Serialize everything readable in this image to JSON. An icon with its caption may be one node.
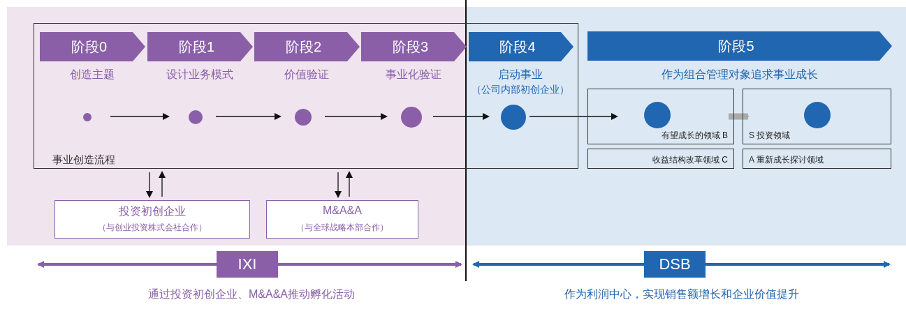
{
  "diagram": {
    "nodes": [
      {
        "text": [
          "事业创造流程"
        ]
      },
      {
        "text": [
          "阶段0"
        ],
        "beside": [
          "创造主题"
        ],
        "in": 0
      },
      {
        "text": [
          "阶段1"
        ],
        "beside": [
          "设计业务模式"
        ],
        "in": 0
      },
      {
        "text": [
          "阶段2"
        ],
        "beside": [
          "价值验证"
        ],
        "in": 0
      },
      {
        "text": [
          "阶段3"
        ],
        "beside": [
          "事业化验证"
        ],
        "in": 0
      },
      {
        "text": [
          "阶段4"
        ],
        "beside": [
          "启动事业",
          "（公司内部初创企业）"
        ],
        "in": 0
      },
      {
        "text": [],
        "shape": "circle",
        "in": 0
      },
      {
        "text": [],
        "shape": "circle",
        "in": 0
      },
      {
        "text": [],
        "shape": "circle",
        "in": 0
      },
      {
        "text": [],
        "shape": "circle",
        "in": 0
      },
      {
        "text": [],
        "shape": "circle",
        "in": 0
      },
      {
        "text": [
          "阶段5"
        ],
        "beside": [
          "作为组合管理对象追求事业成长"
        ]
      },
      {
        "text": [
          "有望成长的领域 B"
        ]
      },
      {
        "text": [],
        "shape": "circle",
        "in": 12
      },
      {
        "text": [
          "S 投资领域"
        ]
      },
      {
        "text": [],
        "shape": "circle",
        "in": 14
      },
      {
        "text": [
          "收益结构改革领域 C"
        ]
      },
      {
        "text": [
          "A 重新成长探讨领域"
        ]
      },
      {
        "text": [
          "投资初创企业",
          "（与创业投资株式会社合作）"
        ]
      },
      {
        "text": [
          "M&A&A",
          "（与全球战略本部合作）"
        ]
      },
      {
        "text": [
          "IXI"
        ],
        "beside": [
          "通过投资初创企业、M&A&A推动孵化活动"
        ]
      },
      {
        "text": [
          "DSB"
        ],
        "beside": [
          "作为利润中心，实现销售额增长和企业价值提升"
        ]
      }
    ],
    "edges": [
      {
        "from": 6,
        "to": 7,
        "arrow": "to"
      },
      {
        "from": 7,
        "to": 8,
        "arrow": "to"
      },
      {
        "from": 8,
        "to": 9,
        "arrow": "to"
      },
      {
        "from": 9,
        "to": 10,
        "arrow": "to"
      },
      {
        "from": 10,
        "to": 13,
        "arrow": "to"
      },
      {
        "from": 12,
        "to": 14,
        "arrow": "to",
        "style": "thick",
        "color": "#aaaaaa"
      },
      {
        "from": 0,
        "to": 18,
        "arrow": "to"
      },
      {
        "from": 18,
        "to": 0,
        "arrow": "to"
      },
      {
        "from": 0,
        "to": 19,
        "arrow": "to"
      },
      {
        "from": 19,
        "to": 0,
        "arrow": "to"
      },
      {
        "from": 20,
        "to": null,
        "arrow": "to",
        "style": "thick",
        "color": "#8a5fa8"
      },
      {
        "from": 20,
        "to": null,
        "arrow": "to",
        "style": "thick",
        "color": "#8a5fa8"
      },
      {
        "from": 21,
        "to": null,
        "arrow": "to",
        "style": "thick",
        "color": "#2166b0"
      },
      {
        "from": 21,
        "to": null,
        "arrow": "to",
        "style": "thick",
        "color": "#2166b0"
      }
    ]
  }
}
